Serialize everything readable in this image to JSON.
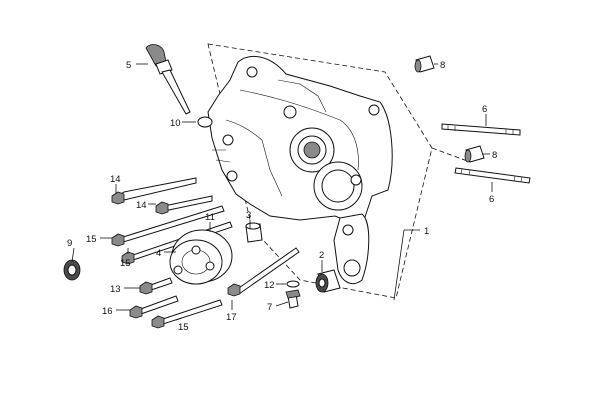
{
  "diagram": {
    "callouts": {
      "c1": "1",
      "c2": "2",
      "c3": "3",
      "c4": "4",
      "c5": "5",
      "c6a": "6",
      "c6b": "6",
      "c7": "7",
      "c8a": "8",
      "c8b": "8",
      "c9": "9",
      "c10": "10",
      "c11": "11",
      "c12": "12",
      "c13": "13",
      "c14a": "14",
      "c14b": "14",
      "c15a": "15",
      "c15b": "15",
      "c15c": "15",
      "c16": "16",
      "c17": "17"
    }
  }
}
